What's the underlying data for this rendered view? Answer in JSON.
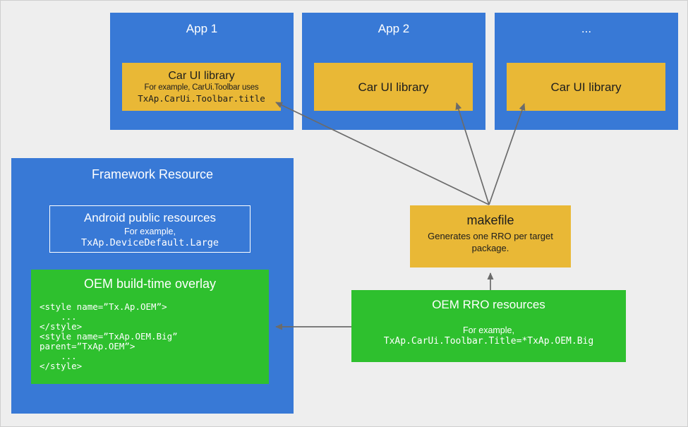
{
  "apps": [
    {
      "title": "App 1",
      "library": {
        "title": "Car UI library",
        "note": "For example, CarUi.Toolbar uses",
        "code": "TxAp.CarUi.Toolbar.title"
      }
    },
    {
      "title": "App 2",
      "library": {
        "title": "Car UI library"
      }
    },
    {
      "title": "...",
      "library": {
        "title": "Car UI library"
      }
    }
  ],
  "framework": {
    "title": "Framework Resource",
    "android_public": {
      "title": "Android public resources",
      "example_label": "For example,",
      "example_code": "TxAp.DeviceDefault.Large"
    },
    "oem_overlay": {
      "title": "OEM build-time overlay",
      "code": "<style name=”Tx.Ap.OEM”>\n    ...\n</style>\n<style name=”TxAp.OEM.Big”\nparent=”TxAp.OEM”>\n    ...\n</style>"
    }
  },
  "makefile": {
    "title": "makefile",
    "subtitle": "Generates one RRO per target package."
  },
  "rro": {
    "title": "OEM RRO resources",
    "example_label": "For example,",
    "example_code": "TxAp.CarUi.Toolbar.Title=*TxAp.OEM.Big"
  },
  "colors": {
    "blue": "#3879D6",
    "yellow": "#E9B836",
    "green": "#2EC02E",
    "arrow": "#6B6B6B",
    "background": "#EEEEEE"
  }
}
